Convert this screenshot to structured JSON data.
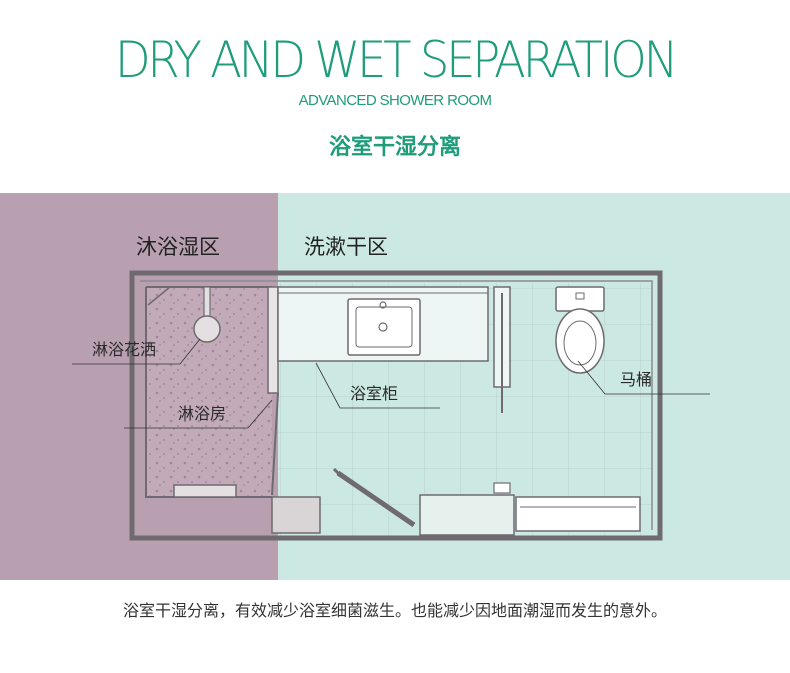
{
  "header": {
    "title": "DRY AND WET SEPARATION",
    "subtitle": "ADVANCED SHOWER ROOM",
    "cn_title": "浴室干湿分离"
  },
  "zones": {
    "wet": {
      "label": "沐浴湿区",
      "color": "#b99fb0"
    },
    "dry": {
      "label": "洗漱干区",
      "color": "#cbe8e2"
    }
  },
  "callouts": {
    "shower_head": "淋浴花洒",
    "shower_room": "淋浴房",
    "vanity": "浴室柜",
    "toilet": "马桶"
  },
  "caption": "浴室干湿分离，有效减少浴室细菌滋生。也能减少因地面潮湿而发生的意外。",
  "colors": {
    "accent": "#1f9c7a",
    "wall": "#6e6a70",
    "tile_line": "#a8bcb8"
  }
}
